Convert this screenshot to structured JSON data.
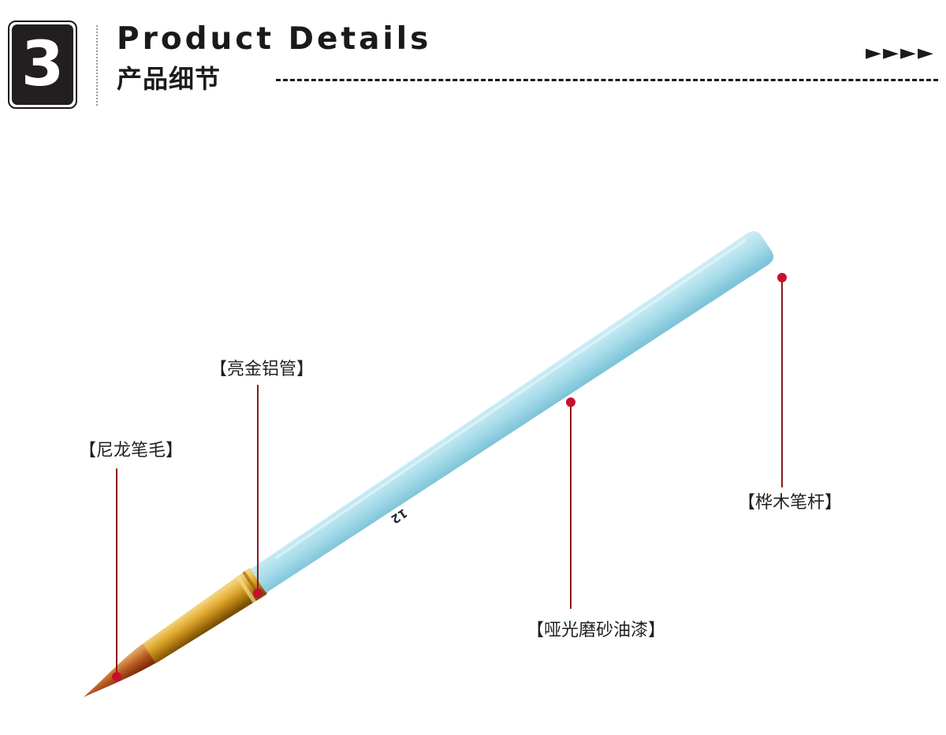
{
  "header": {
    "section_number": "3",
    "title_en": "Product Details",
    "title_cn": "产品细节",
    "arrows": "►►►►"
  },
  "product": {
    "handle_number": "12",
    "colors": {
      "handle": "#a7dcea",
      "ferrule": "#c4901c",
      "bristle": "#a8471a",
      "callout_line": "#8b1a1a",
      "callout_dot": "#c8102e"
    }
  },
  "callouts": {
    "nylon_bristles": "【尼龙笔毛】",
    "gold_ferrule": "【亮金铝管】",
    "matte_paint": "【哑光磨砂油漆】",
    "birch_handle": "【桦木笔杆】"
  }
}
